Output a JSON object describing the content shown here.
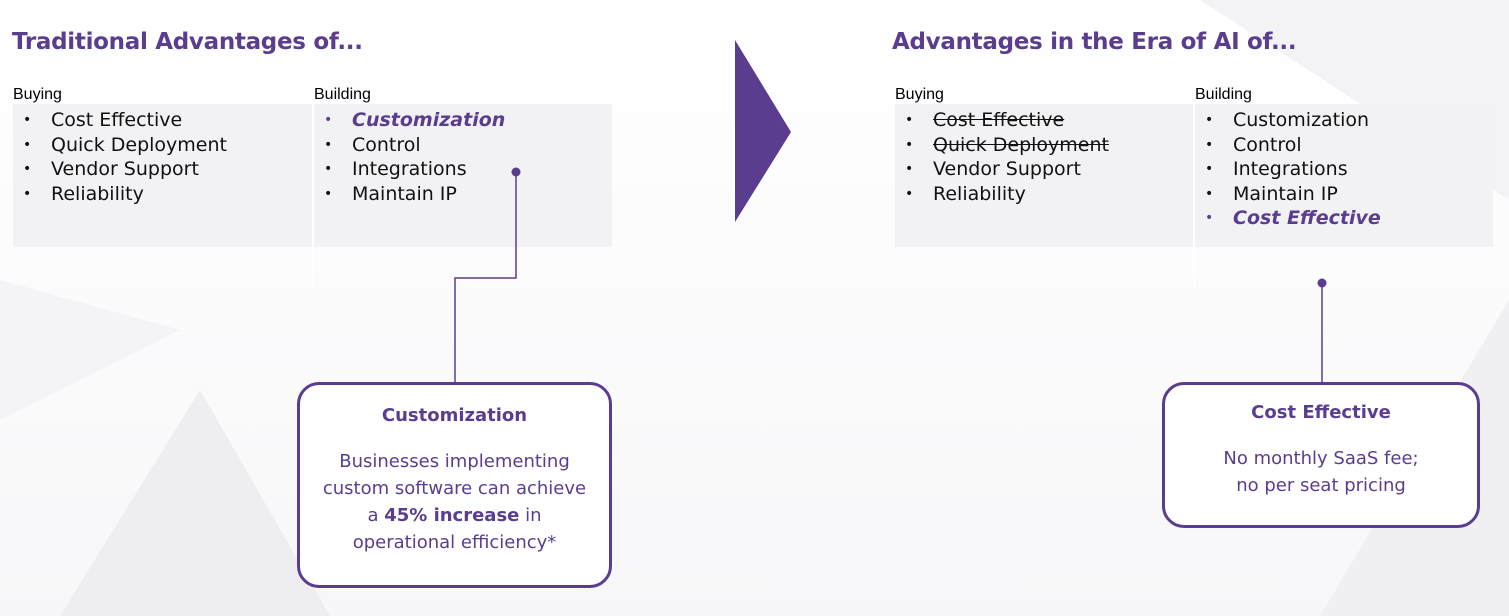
{
  "left": {
    "heading": "Traditional Advantages of...",
    "buying": {
      "header": "Buying",
      "items": [
        "Cost Effective",
        "Quick Deployment",
        "Vendor Support",
        "Reliability"
      ]
    },
    "building": {
      "header": "Building",
      "items": [
        "Customization",
        "Control",
        "Integrations",
        "Maintain IP"
      ]
    },
    "callout": {
      "title": "Customization",
      "body_pre": "Businesses implementing custom software can achieve a ",
      "body_bold": "45% increase",
      "body_post": " in operational efficiency*"
    }
  },
  "right": {
    "heading": "Advantages in the Era of AI of...",
    "buying": {
      "header": "Buying",
      "items": [
        "Cost Effective",
        "Quick Deployment",
        "Vendor Support",
        "Reliability"
      ]
    },
    "building": {
      "header": "Building",
      "items": [
        "Customization",
        "Control",
        "Integrations",
        "Maintain IP",
        "Cost Effective"
      ]
    },
    "callout": {
      "title": "Cost Effective",
      "line1": "No monthly SaaS fee;",
      "line2": "no per seat pricing"
    }
  },
  "colors": {
    "accent": "#5a3d8f",
    "cell_bg": "#f2f2f4"
  }
}
